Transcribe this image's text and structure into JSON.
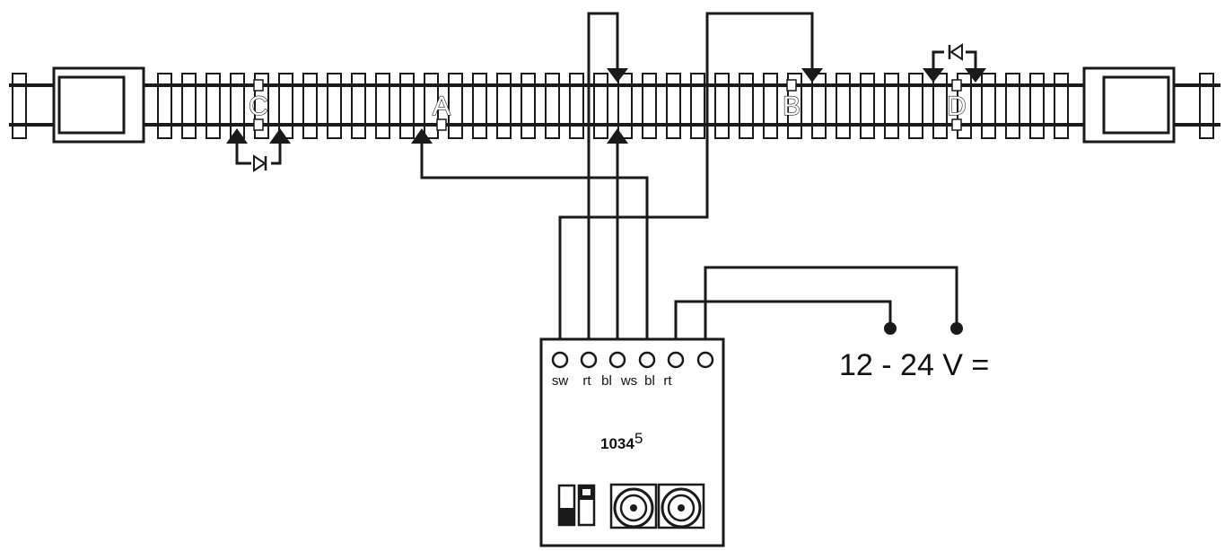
{
  "diagram": {
    "section_labels": [
      "C",
      "A",
      "B",
      "D"
    ],
    "module": {
      "model": "1034",
      "model_suffix": "5",
      "pin_labels": [
        "sw",
        "rt",
        "bl",
        "ws",
        "bl",
        "rt"
      ]
    },
    "power_supply": {
      "label": "12 - 24 V ="
    },
    "colors": {
      "line": "#1a1a1a",
      "background": "#ffffff"
    }
  }
}
